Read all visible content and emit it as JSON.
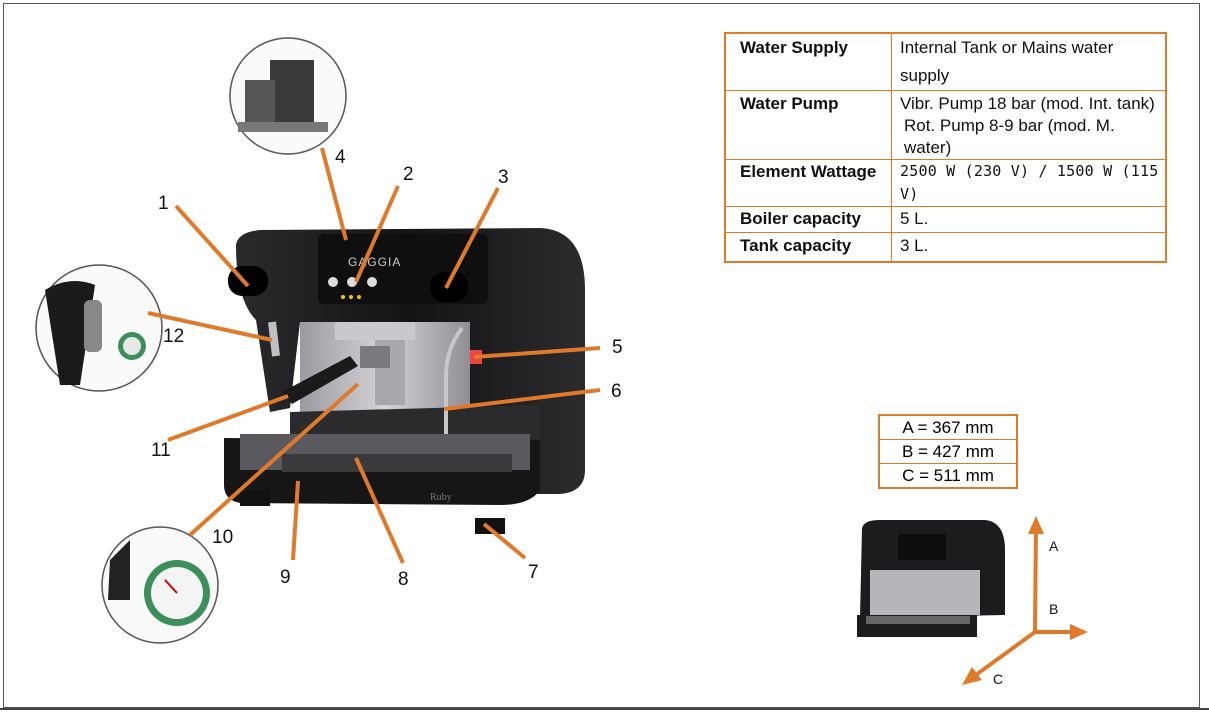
{
  "specs": [
    {
      "label": "Water Supply",
      "value": "Internal Tank or Mains water supply"
    },
    {
      "label": "Water Pump",
      "value": "Vibr. Pump 18 bar (mod. Int. tank)",
      "value2": "Rot. Pump 8-9 bar (mod. M. water)"
    },
    {
      "label": "Element Wattage",
      "value": "2500 W (230 V) / 1500 W (115 V)"
    },
    {
      "label": "Boiler capacity",
      "value": "5 L."
    },
    {
      "label": "Tank capacity",
      "value": "3 L."
    }
  ],
  "dimensions": [
    "A = 367 mm",
    "B = 427 mm",
    "C = 511 mm"
  ],
  "axis_labels": {
    "a": "A",
    "b": "B",
    "c": "C"
  },
  "callouts": [
    "1",
    "2",
    "3",
    "4",
    "5",
    "6",
    "7",
    "8",
    "9",
    "10",
    "11",
    "12"
  ],
  "machine": {
    "brand": "GAGGIA",
    "model": "Ruby"
  },
  "colors": {
    "accent": "#e07a2b",
    "machine": "#1c1c1e",
    "steel": "#b8b8bc"
  }
}
